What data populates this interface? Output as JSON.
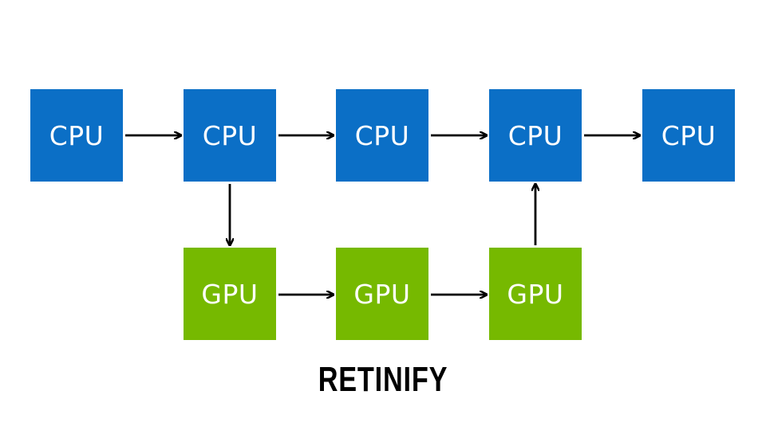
{
  "colors": {
    "cpu": "#0b6fc6",
    "gpu": "#76b900",
    "arrow": "#000000",
    "text": "#ffffff"
  },
  "nodes": {
    "cpu_1": "CPU",
    "cpu_2": "CPU",
    "cpu_3": "CPU",
    "cpu_4": "CPU",
    "cpu_5": "CPU",
    "gpu_1": "GPU",
    "gpu_2": "GPU",
    "gpu_3": "GPU"
  },
  "edges": [
    {
      "from": "cpu_1",
      "to": "cpu_2"
    },
    {
      "from": "cpu_2",
      "to": "cpu_3"
    },
    {
      "from": "cpu_3",
      "to": "cpu_4"
    },
    {
      "from": "cpu_4",
      "to": "cpu_5"
    },
    {
      "from": "cpu_2",
      "to": "gpu_1"
    },
    {
      "from": "gpu_1",
      "to": "gpu_2"
    },
    {
      "from": "gpu_2",
      "to": "gpu_3"
    },
    {
      "from": "gpu_3",
      "to": "cpu_4"
    }
  ],
  "logo": {
    "text": "RETINIFY"
  }
}
